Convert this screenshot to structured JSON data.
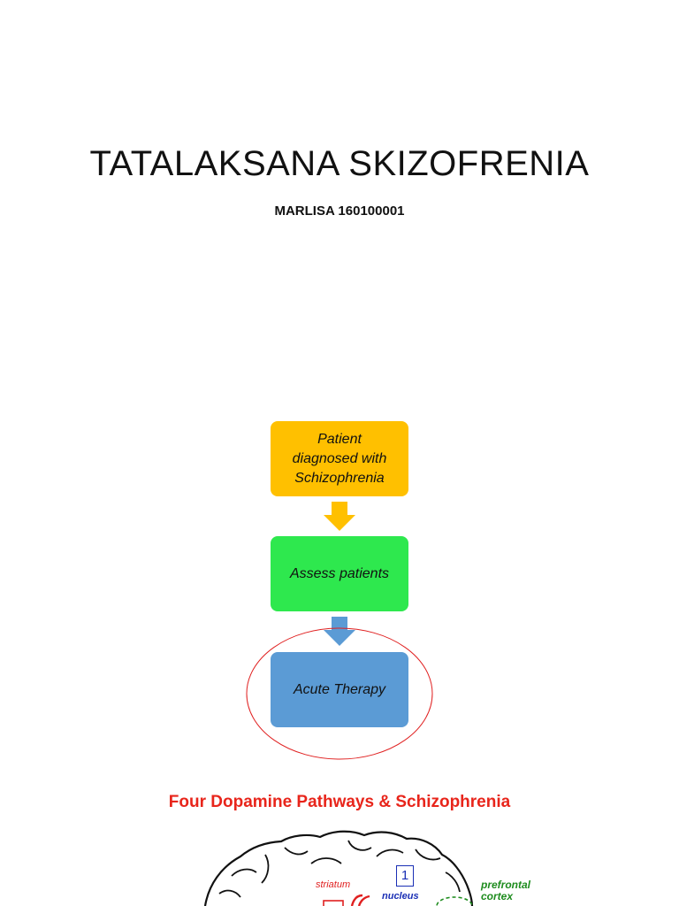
{
  "slide": {
    "title": "TATALAKSANA SKIZOFRENIA",
    "subtitle": "MARLISA 160100001"
  },
  "flowchart": {
    "steps": [
      {
        "label": "Patient\ndiagnosed with\nSchizophrenia",
        "color": "#FFC000"
      },
      {
        "label": "Assess patients",
        "color": "#2EE84E"
      },
      {
        "label": "Acute Therapy",
        "color": "#5B9BD5"
      }
    ],
    "arrow_colors": [
      "#FFC000",
      "#5B9BD5"
    ],
    "highlight_color": "#E02020"
  },
  "diagram": {
    "title": "Four Dopamine Pathways & Schizophrenia",
    "title_color": "#E8251B",
    "labels": {
      "striatum": "striatum",
      "nucleus": "nucleus",
      "prefrontal_cortex": "prefrontal\ncortex"
    },
    "label_colors": {
      "striatum": "#E02020",
      "nucleus": "#1A2FB5",
      "prefrontal_cortex": "#1E8C1E"
    },
    "pathway_number": "1",
    "pathway_number_color": "#1A2FB5"
  }
}
